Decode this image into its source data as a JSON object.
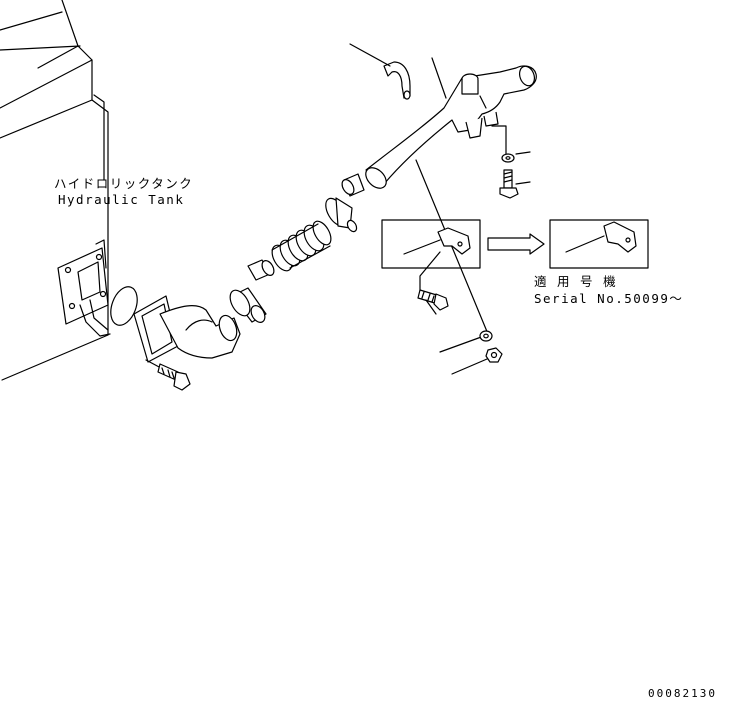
{
  "labels": {
    "tank_jp": "ハイドロリックタンク",
    "tank_en": "Hydraulic Tank",
    "applicable_jp": "適 用 号 機",
    "serial": "Serial No.50099～",
    "drawing_no": "00082130"
  },
  "colors": {
    "line": "#000000",
    "background": "#ffffff"
  }
}
